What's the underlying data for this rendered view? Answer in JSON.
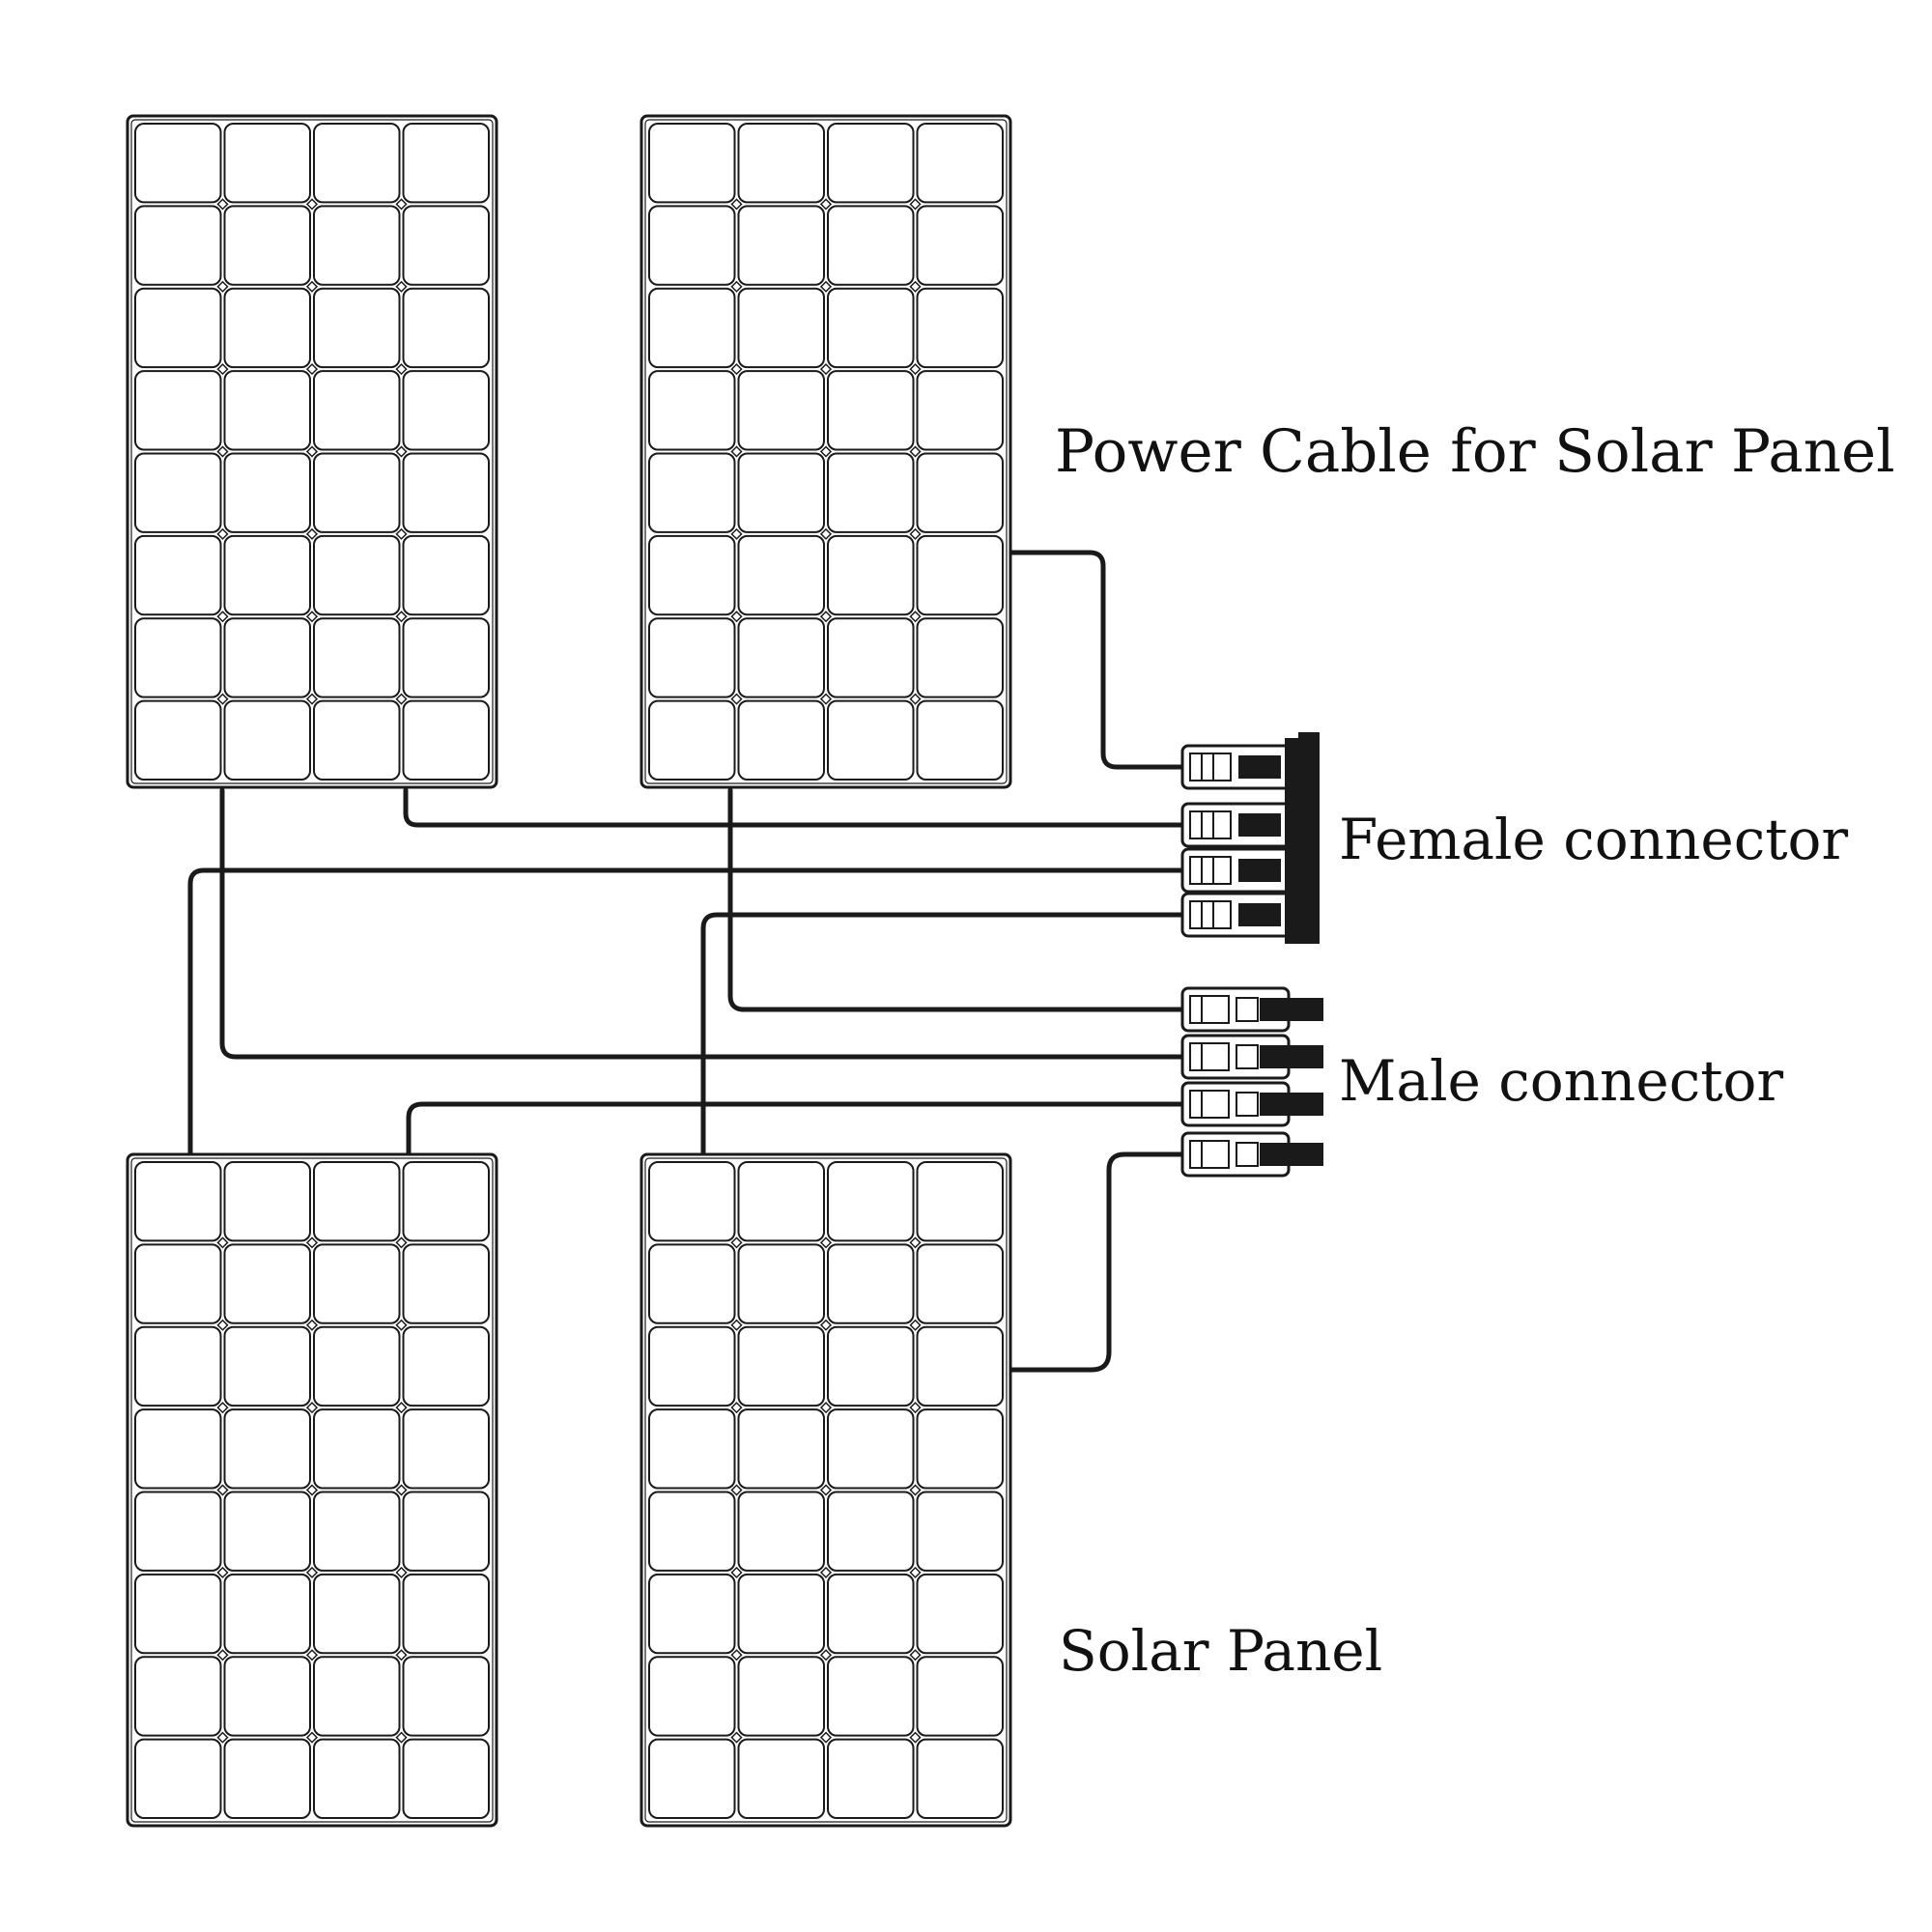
{
  "labels": {
    "title": "Power Cable for Solar Panel",
    "female_connector": "Female connector",
    "male_connector": "Male connector",
    "solar_panel": "Solar Panel"
  },
  "colors": {
    "line": "#1a1a1a",
    "panel_fill": "#ffffff",
    "background": "#ffffff"
  },
  "panels": [
    {
      "id": "top-left"
    },
    {
      "id": "top-right"
    },
    {
      "id": "bottom-left"
    },
    {
      "id": "bottom-right"
    }
  ],
  "panel_grid": {
    "columns": 4,
    "rows": 8
  },
  "connectors": {
    "female_count": 4,
    "male_count": 4
  }
}
